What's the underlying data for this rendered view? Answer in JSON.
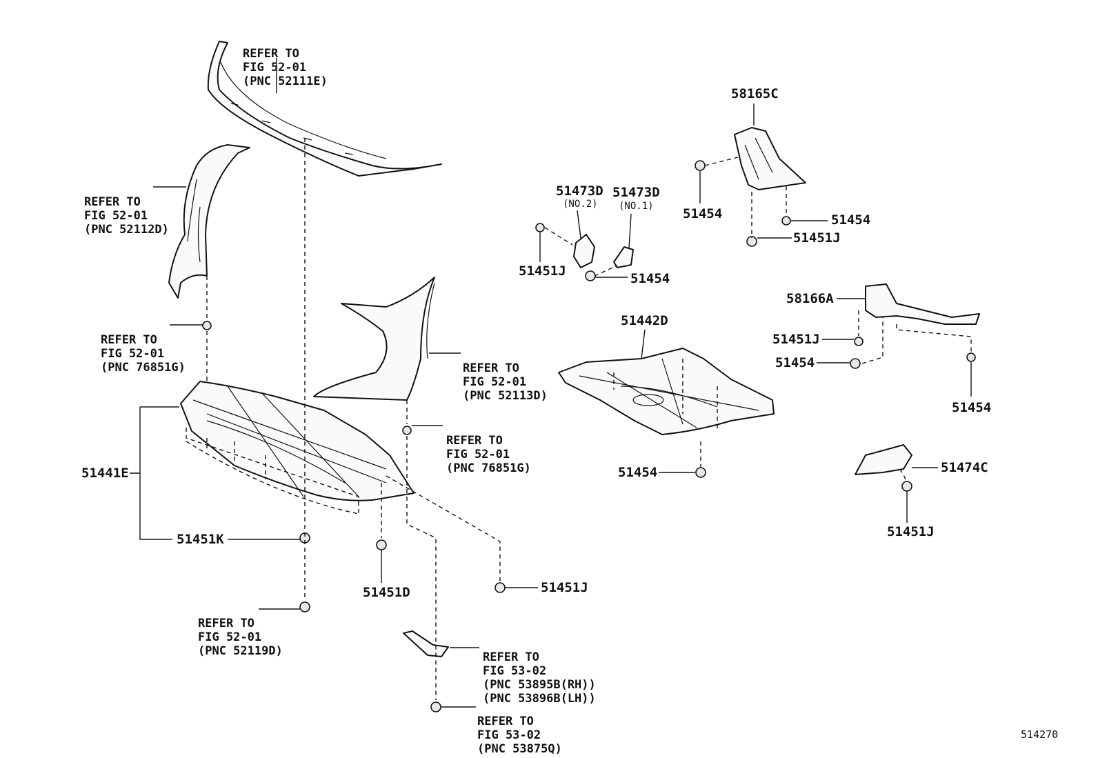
{
  "refs": {
    "r1": [
      "REFER TO",
      "FIG 52-01",
      "(PNC 52111E)"
    ],
    "r2": [
      "REFER TO",
      "FIG 52-01",
      "(PNC 52112D)"
    ],
    "r3": [
      "REFER TO",
      "FIG 52-01",
      "(PNC 76851G)"
    ],
    "r4": [
      "REFER TO",
      "FIG 52-01",
      "(PNC 52113D)"
    ],
    "r5": [
      "REFER TO",
      "FIG 52-01",
      "(PNC 76851G)"
    ],
    "r6": [
      "REFER TO",
      "FIG 52-01",
      "(PNC 52119D)"
    ],
    "r7": [
      "REFER TO",
      "FIG 53-02",
      "(PNC 53895B(RH))",
      "(PNC 53896B(LH))"
    ],
    "r8": [
      "REFER TO",
      "FIG 53-02",
      "(PNC 53875Q)"
    ]
  },
  "parts": {
    "p58165C": "58165C",
    "p51473D_a": "51473D",
    "p51473D_a_sub": "(NO.2)",
    "p51473D_b": "51473D",
    "p51473D_b_sub": "(NO.1)",
    "p51454_a": "51454",
    "p51454_b": "51454",
    "p51451J_a": "51451J",
    "p51451J_b": "51451J",
    "p51454_c": "51454",
    "p58166A": "58166A",
    "p51442D": "51442D",
    "p51451J_c": "51451J",
    "p51454_d": "51454",
    "p51454_e": "51454",
    "p51441E": "51441E",
    "p51454_f": "51454",
    "p51474C": "51474C",
    "p51451K": "51451K",
    "p51451J_d": "51451J",
    "p51451D": "51451D",
    "p51451J_e": "51451J"
  },
  "figure_number": "514270"
}
